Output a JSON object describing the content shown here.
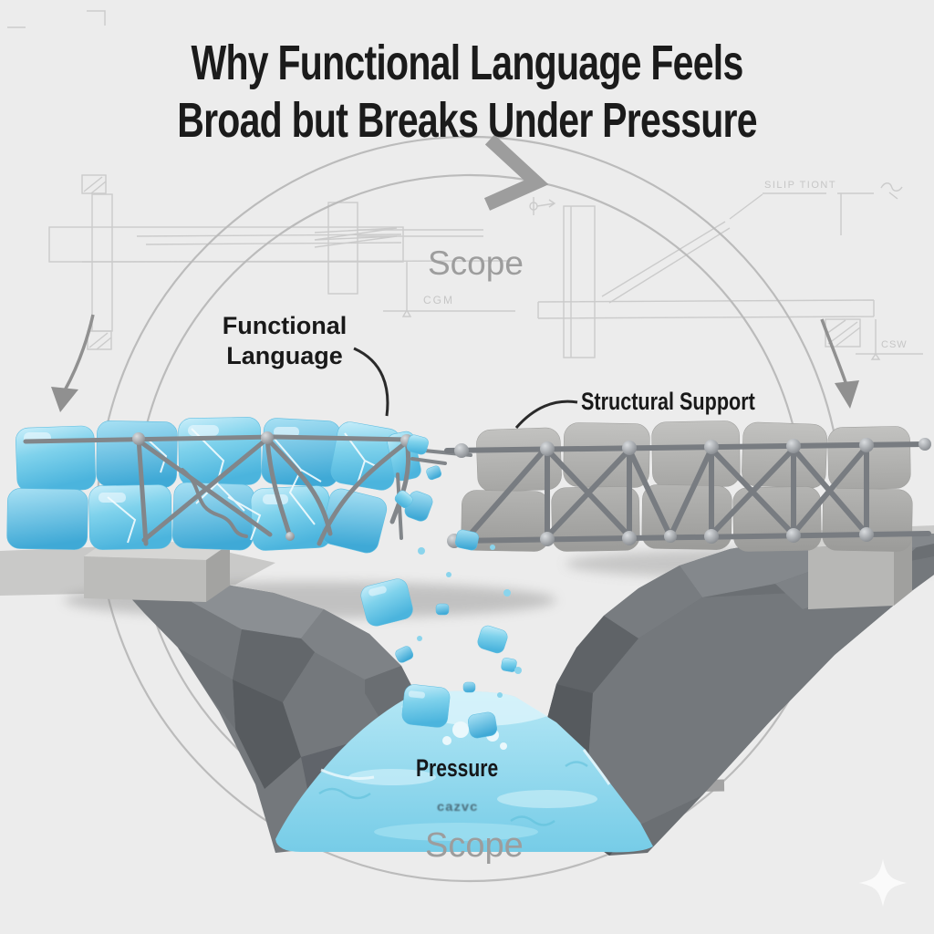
{
  "title": {
    "line1": "Why Functional Language Feels",
    "line2": "Broad but Breaks Under Pressure"
  },
  "cycle": {
    "scope_top": "Scope",
    "scope_bottom": "Scope"
  },
  "callouts": {
    "functional_language": {
      "line1": "Functional",
      "line2": "Language"
    },
    "structural_support": "Structural Support",
    "pressure": "Pressure"
  },
  "blueprint_annotations": {
    "left_note": "CGM",
    "right_note_top": "SILIP TIONT",
    "right_note_bottom": "CSW"
  },
  "water": {
    "illegible_text": "cazvc"
  },
  "icons": {
    "sparkle": "four-point-star",
    "cycle_arrow_top": "chevron-clockwise",
    "cycle_arrow_bottom": "chevron-clockwise",
    "left_arrow": "curved-arrow-down",
    "right_arrow": "curved-arrow-down"
  },
  "colors": {
    "background": "#ececec",
    "title_text": "#1b1b1b",
    "muted_text": "#9d9d9d",
    "blueprint_line": "#cbcbcb",
    "cycle_line": "#b9b9b9",
    "arrow": "#909090",
    "ice": "#6cc8e8",
    "ice_light": "#c9eefa",
    "concrete": "#b1b1af",
    "metal": "#7e8287",
    "rock": "#74787c",
    "rock_dark": "#5a5e62",
    "water": "#8ed8ee",
    "foam": "#ffffff"
  }
}
